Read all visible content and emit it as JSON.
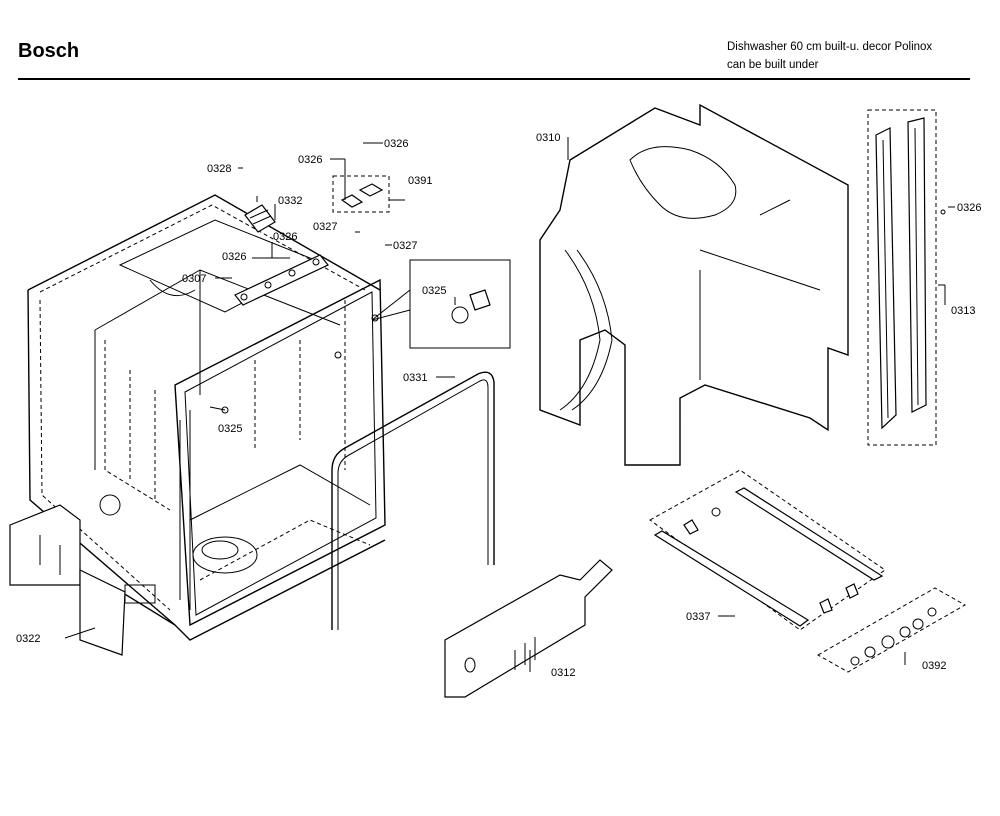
{
  "header": {
    "brand": "Bosch",
    "description_line1": "Dishwasher 60 cm built-u. decor Polinox",
    "description_line2": "can be built under"
  },
  "parts": {
    "p0326_a": "0326",
    "p0328": "0328",
    "p0326_b": "0326",
    "p0391": "0391",
    "p0332": "0332",
    "p0327_a": "0327",
    "p0327_b": "0327",
    "p0326_c": "0326",
    "p0326_d": "0326",
    "p0307": "0307",
    "p0325_a": "0325",
    "p0325_b": "0325",
    "p0331": "0331",
    "p0310": "0310",
    "p0326_e": "0326",
    "p0313": "0313",
    "p0322": "0322",
    "p0312": "0312",
    "p0337": "0337",
    "p0392": "0392"
  }
}
